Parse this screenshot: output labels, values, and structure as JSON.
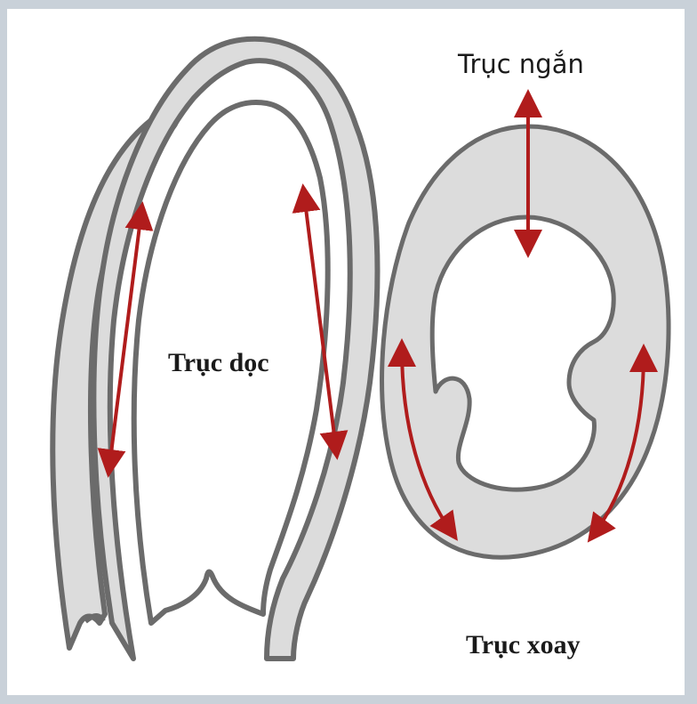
{
  "labels": {
    "short_axis": "Trục ngắn",
    "long_axis": "Trục dọc",
    "rotation_axis": "Trục xoay"
  },
  "colors": {
    "background_frame": "#c9d1d9",
    "canvas": "#ffffff",
    "wall_fill": "#dcdcdc",
    "wall_stroke": "#6b6b6b",
    "arrow": "#b01c1c"
  }
}
